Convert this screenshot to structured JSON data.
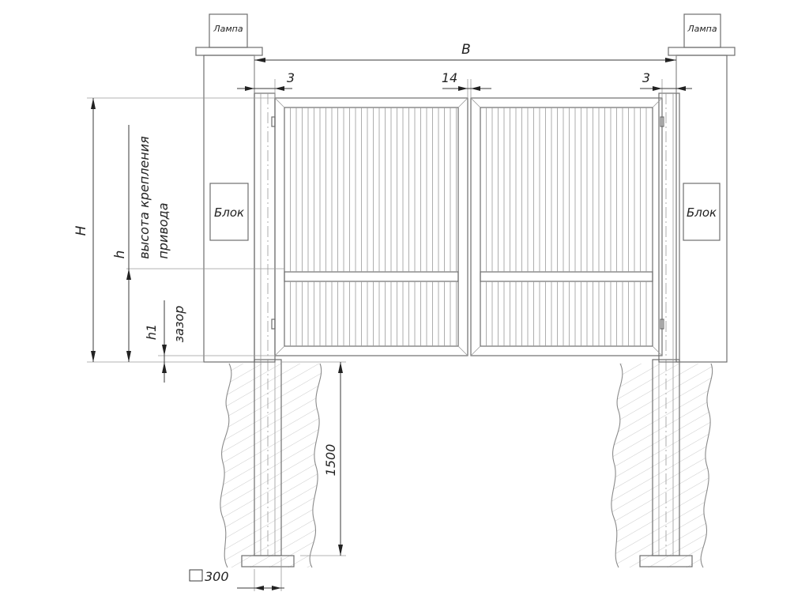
{
  "labels": {
    "lamp_left": "Лампа",
    "lamp_right": "Лампа",
    "block_left": "Блок",
    "block_right": "Блок",
    "width_B": "B",
    "gap_left": "3",
    "gap_center": "14",
    "gap_right": "3",
    "height_H": "H",
    "height_h": "h",
    "drive_height_line1": "высота крепления",
    "drive_height_line2": "привода",
    "height_h1": "h1",
    "clearance": "зазор",
    "depth": "1500",
    "post_size": "300"
  },
  "colors": {
    "line": "#6e6e6e",
    "dimension": "#222222",
    "background": "#ffffff"
  }
}
